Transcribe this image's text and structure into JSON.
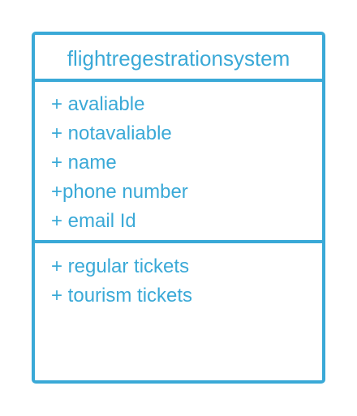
{
  "uml_class": {
    "name": "flightregestrationsystem",
    "attributes": [
      "+ avaliable",
      "+ notavaliable",
      "+ name",
      "+phone number",
      "+ email Id"
    ],
    "methods": [
      "+ regular tickets",
      "+ tourism tickets"
    ]
  },
  "colors": {
    "stroke": "#3aa9d7",
    "text": "#3aa9d7",
    "background": "#ffffff"
  }
}
